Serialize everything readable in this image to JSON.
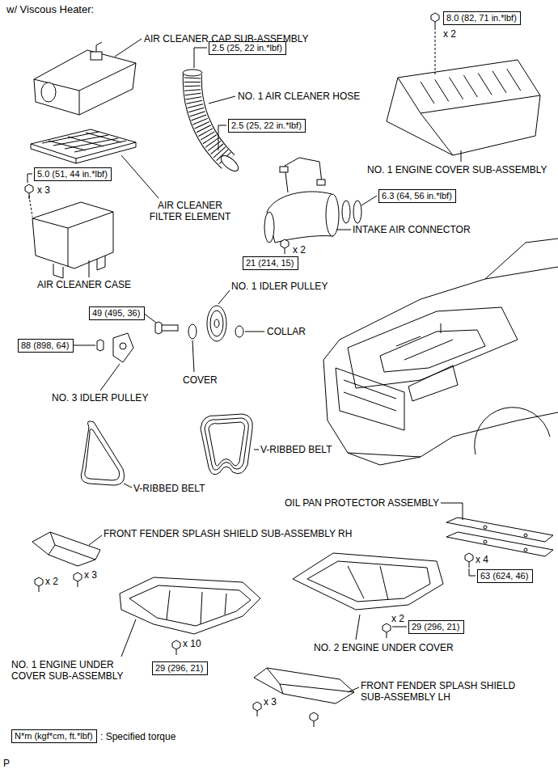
{
  "diagram": {
    "title": "w/ Viscous Heater:",
    "nodes": [
      {
        "text": [
          "8.0 (82, 71 in.*lbf)"
        ]
      },
      {
        "text": [
          "2.5 (25, 22 in.*lbf)"
        ]
      },
      {
        "text": [
          "2.5 (25, 22 in.*lbf)"
        ]
      },
      {
        "text": [
          "5.0 (51, 44 in.*lbf)"
        ]
      },
      {
        "text": [
          "6.3 (64, 56 in.*lbf)"
        ]
      },
      {
        "text": [
          "21 (214, 15)"
        ]
      },
      {
        "text": [
          "49 (495, 36)"
        ]
      },
      {
        "text": [
          "88 (898, 64)"
        ]
      },
      {
        "text": [
          "63 (624, 46)"
        ]
      },
      {
        "text": [
          "29 (296, 21)"
        ]
      },
      {
        "text": [
          "29 (296, 21)"
        ]
      },
      {
        "text": [
          "N*m (kgf*cm, ft.*lbf)"
        ]
      }
    ],
    "labels": [
      "AIR CLEANER CAP SUB-ASSEMBLY",
      "x 2",
      "NO. 1 AIR CLEANER HOSE",
      "x 3",
      "AIR CLEANER FILTER ELEMENT",
      "NO. 1 ENGINE COVER SUB-ASSEMBLY",
      "x 2",
      "INTAKE AIR CONNECTOR",
      "AIR CLEANER CASE",
      "NO. 1 IDLER PULLEY",
      "COLLAR",
      "COVER",
      "NO. 3 IDLER PULLEY",
      "V-RIBBED BELT",
      "V-RIBBED BELT",
      "OIL PAN PROTECTOR ASSEMBLY",
      "FRONT FENDER SPLASH SHIELD SUB-ASSEMBLY RH",
      "x 2",
      "x 3",
      "x 4",
      "x 10",
      "x 2",
      "NO. 2 ENGINE UNDER COVER",
      "NO. 1 ENGINE UNDER COVER SUB-ASSEMBLY",
      "FRONT FENDER SPLASH SHIELD SUB-ASSEMBLY LH",
      "x 3",
      ": Specified torque",
      "P"
    ]
  }
}
